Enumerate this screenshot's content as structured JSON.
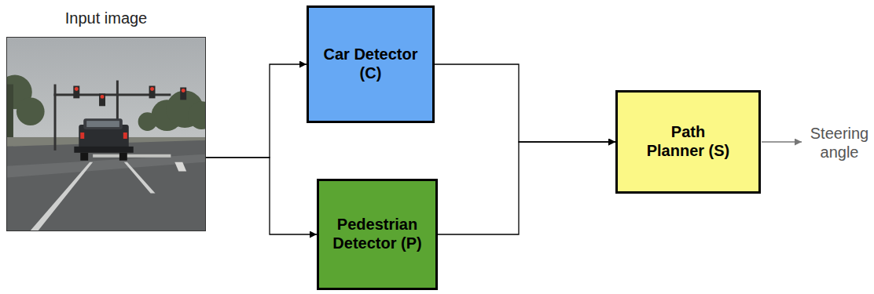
{
  "diagram": {
    "nodes": [
      {
        "text": [
          "Input image"
        ]
      },
      {
        "text": [
          "Car Detector (C)"
        ]
      },
      {
        "text": [
          "Pedestrian Detector (P)"
        ]
      },
      {
        "text": [
          "Path Planner (S)"
        ]
      }
    ],
    "edges": [
      {
        "from": 0,
        "to": 1,
        "arrow": "to"
      },
      {
        "from": 0,
        "to": 2,
        "arrow": "to"
      },
      {
        "from": 1,
        "to": 3,
        "arrow": "to"
      },
      {
        "from": 2,
        "to": 3,
        "arrow": "to"
      }
    ],
    "labels": [
      "Steering angle"
    ]
  }
}
